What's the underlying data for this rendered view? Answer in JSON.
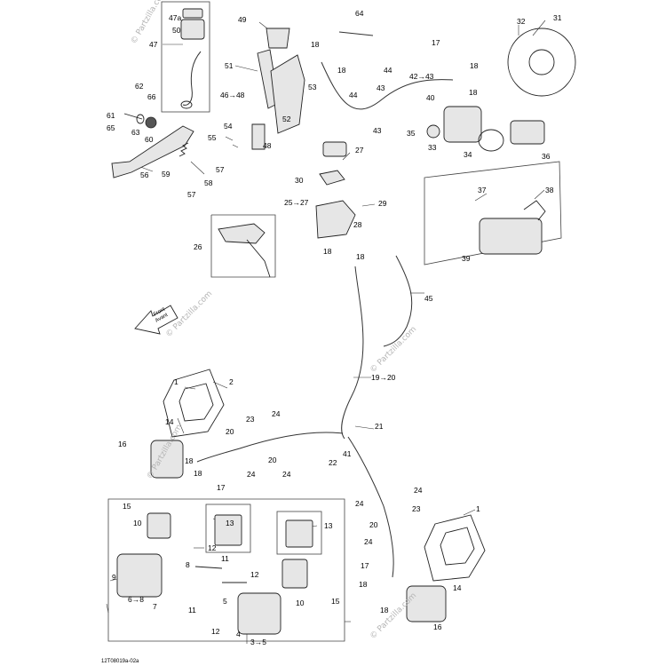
{
  "diagram": {
    "footer_code": "12T08019a-02a",
    "watermark": "© Partzilla.com",
    "front_arrow": {
      "line1": "Front",
      "line2": "Avant"
    },
    "callouts": {
      "c64": "64",
      "c49": "49",
      "c47a": "47a",
      "c50": "50",
      "c47": "47",
      "c51": "51",
      "c46": "46→48",
      "c53": "53",
      "c52": "52",
      "c62": "62",
      "c66": "66",
      "c61": "61",
      "c65": "65",
      "c63": "63",
      "c60": "60",
      "c54": "54",
      "c55": "55",
      "c48": "48",
      "c59": "59",
      "c57a": "57",
      "c57b": "57",
      "c58": "58",
      "c56": "56",
      "c18a": "18",
      "c18b": "18",
      "c17a": "17",
      "c44a": "44",
      "c42": "42→43",
      "c18c": "18",
      "c43a": "43",
      "c44b": "44",
      "c43b": "43",
      "c40": "40",
      "c18d": "18",
      "c32": "32",
      "c31": "31",
      "c35": "35",
      "c33": "33",
      "c34": "34",
      "c36": "36",
      "c27": "27",
      "c30": "30",
      "c25": "25→27",
      "c29": "29",
      "c28": "28",
      "c26": "26",
      "c18e": "18",
      "c18f": "18",
      "c37": "37",
      "c38": "38",
      "c39": "39",
      "c45": "45",
      "c19": "19→20",
      "c1a": "1",
      "c2": "2",
      "c23a": "23",
      "c24a": "24",
      "c14a": "14",
      "c16a": "16",
      "c20a": "20",
      "c21": "21",
      "c18g": "18",
      "c18h": "18",
      "c17b": "17",
      "c24b": "24",
      "c20b": "20",
      "c24c": "24",
      "c22": "22",
      "c41": "41",
      "c15a": "15",
      "c10a": "10",
      "c13a": "13",
      "c13b": "13",
      "c12a": "12",
      "c8": "8",
      "c11a": "11",
      "c12b": "12",
      "c9": "9",
      "c6": "6→8",
      "c7": "7",
      "c11b": "11",
      "c5": "5",
      "c12c": "12",
      "c4": "4",
      "c3": "3→5",
      "c10b": "10",
      "c15b": "15",
      "c24d": "24",
      "c24e": "24",
      "c23b": "23",
      "c1b": "1",
      "c20c": "20",
      "c24f": "24",
      "c17c": "17",
      "c18i": "18",
      "c18j": "18",
      "c14b": "14",
      "c16b": "16"
    }
  }
}
